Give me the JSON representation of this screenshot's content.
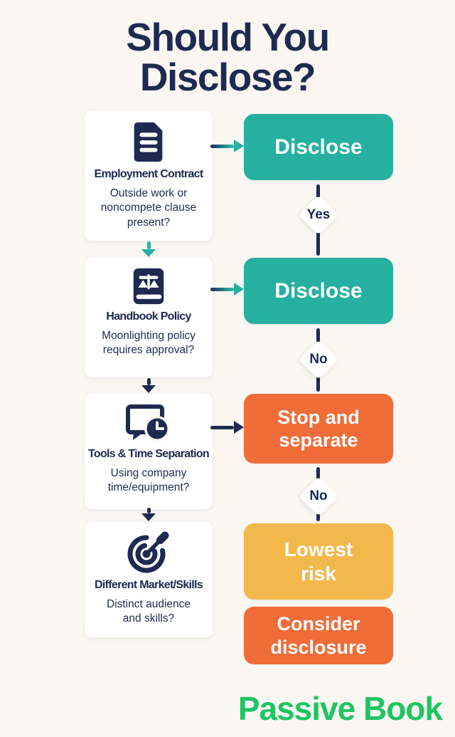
{
  "title": "Should You\nDisclose?",
  "colors": {
    "bg": "#faf7f2",
    "navy": "#1e2a50",
    "teal": "#26b0a0",
    "orange": "#f06c38",
    "yellow": "#f3b84c",
    "green": "#1fc463",
    "card": "#ffffff"
  },
  "cards": [
    {
      "icon": "document-icon",
      "title": "Employment Contract",
      "question": "Outside work or\nnoncompete clause\npresent?"
    },
    {
      "icon": "scales-book-icon",
      "title": "Handbook Policy",
      "question": "Moonlighting policy\nrequires approval?"
    },
    {
      "icon": "monitor-clock-icon",
      "title": "Tools & Time Separation",
      "question": "Using company\ntime/equipment?"
    },
    {
      "icon": "target-dart-icon",
      "title": "Different Market/Skills",
      "question": "Distinct audience\nand skills?"
    }
  ],
  "outcomes": [
    {
      "label": "Disclose",
      "color": "#26b0a0"
    },
    {
      "label": "Disclose",
      "color": "#26b0a0"
    },
    {
      "label": "Stop and\nseparate",
      "color": "#f06c38"
    },
    {
      "label": "Lowest\nrisk",
      "color": "#f3b84c"
    },
    {
      "label": "Consider\ndisclosure",
      "color": "#f06c38"
    }
  ],
  "connector_labels": [
    {
      "label": "Yes"
    },
    {
      "label": "No"
    },
    {
      "label": "No"
    }
  ],
  "footer": {
    "brand": "Passive Book"
  }
}
